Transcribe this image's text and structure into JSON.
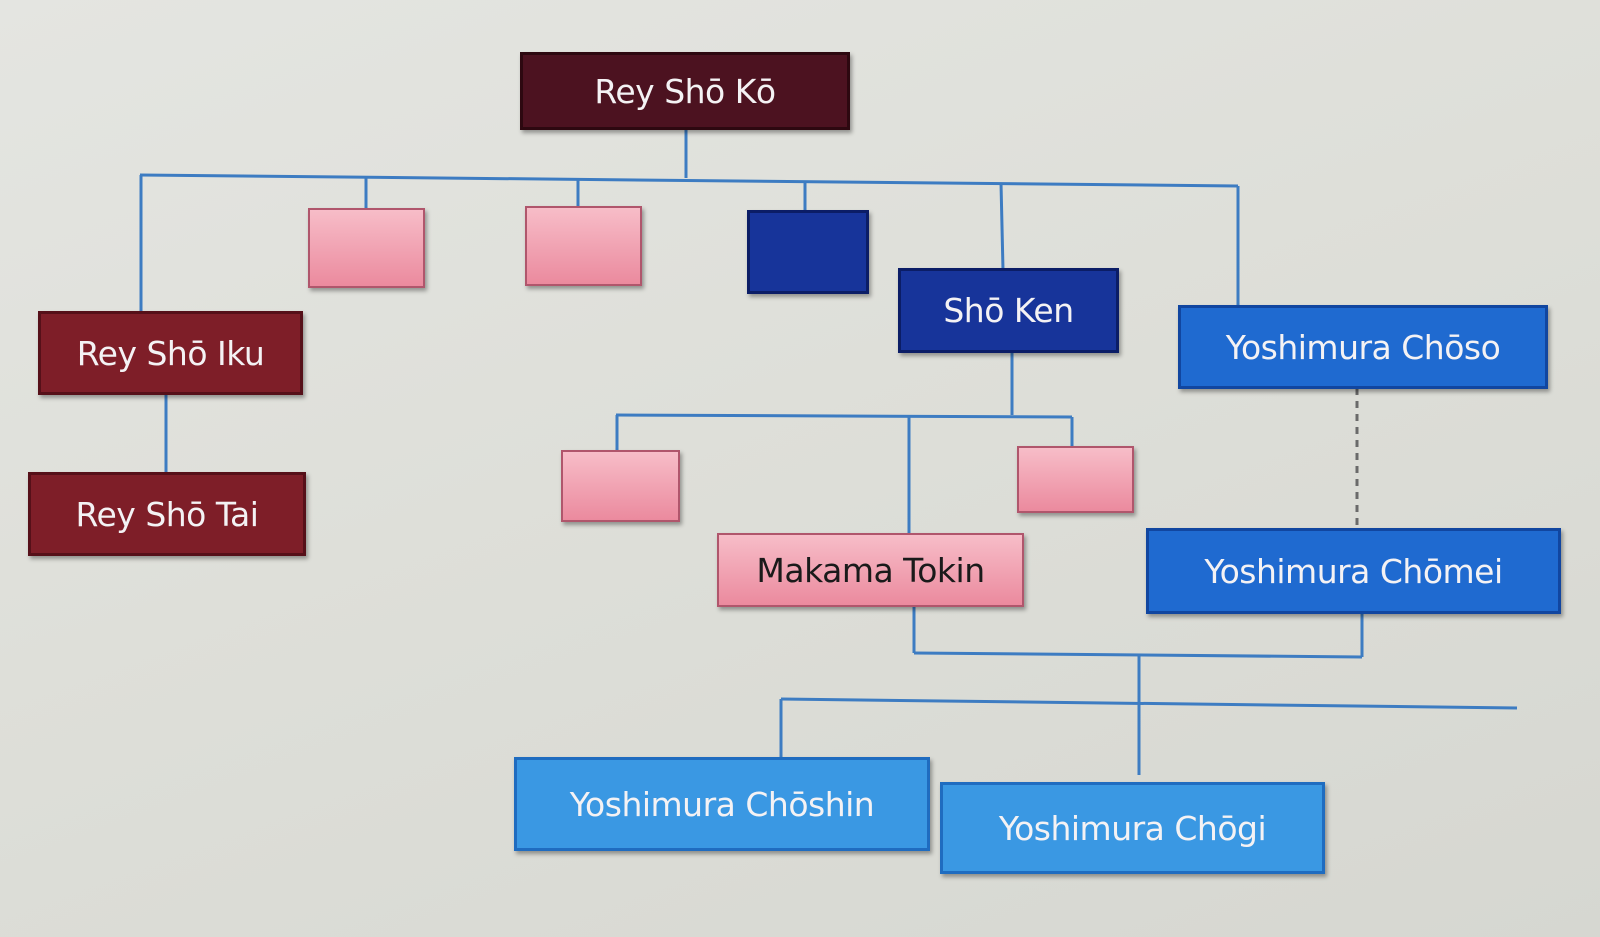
{
  "nodes": {
    "root": "Rey Shō Kō",
    "sho_iku": "Rey Shō Iku",
    "sho_tai": "Rey Shō Tai",
    "sho_ken": "Shō Ken",
    "choso": "Yoshimura Chōso",
    "chomei": "Yoshimura Chōmei",
    "tokin": "Makama Tokin",
    "choshin": "Yoshimura Chōshin",
    "chogi": "Yoshimura Chōgi"
  },
  "colors": {
    "line": "#3d7cc2",
    "maroon_dark": "#4c1220",
    "maroon": "#7e1e28",
    "pink": "#ee98aa",
    "navy": "#17349a",
    "blue": "#1f6ad0",
    "light_blue": "#3a98e3"
  }
}
